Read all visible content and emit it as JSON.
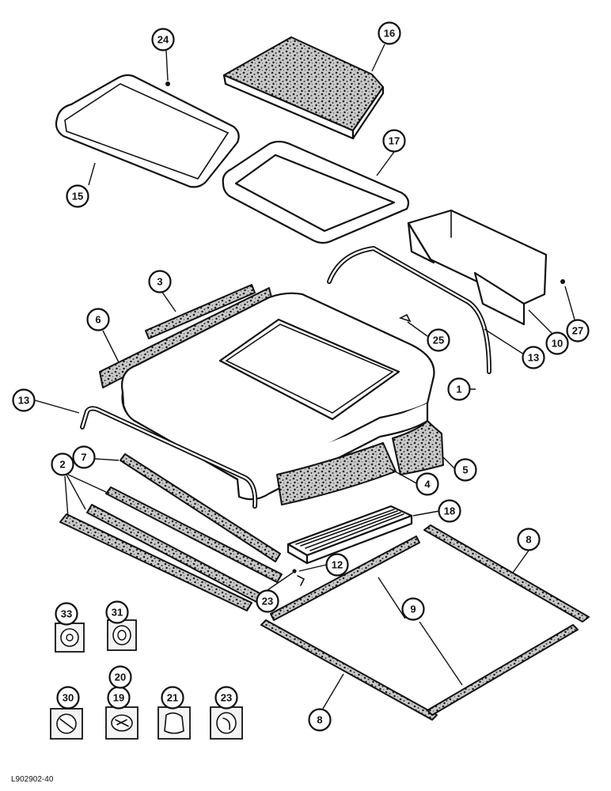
{
  "drawing_ref": "L902902-40",
  "callouts": [
    {
      "id": "c1",
      "label": "1"
    },
    {
      "id": "c2",
      "label": "2"
    },
    {
      "id": "c3",
      "label": "3"
    },
    {
      "id": "c4",
      "label": "4"
    },
    {
      "id": "c5",
      "label": "5"
    },
    {
      "id": "c6",
      "label": "6"
    },
    {
      "id": "c7",
      "label": "7"
    },
    {
      "id": "c8a",
      "label": "8"
    },
    {
      "id": "c8b",
      "label": "8"
    },
    {
      "id": "c9",
      "label": "9"
    },
    {
      "id": "c10",
      "label": "10"
    },
    {
      "id": "c12",
      "label": "12"
    },
    {
      "id": "c13a",
      "label": "13"
    },
    {
      "id": "c13b",
      "label": "13"
    },
    {
      "id": "c15",
      "label": "15"
    },
    {
      "id": "c16",
      "label": "16"
    },
    {
      "id": "c17",
      "label": "17"
    },
    {
      "id": "c18",
      "label": "18"
    },
    {
      "id": "c19",
      "label": "19"
    },
    {
      "id": "c20",
      "label": "20"
    },
    {
      "id": "c21",
      "label": "21"
    },
    {
      "id": "c23a",
      "label": "23"
    },
    {
      "id": "c23b",
      "label": "23"
    },
    {
      "id": "c24",
      "label": "24"
    },
    {
      "id": "c25",
      "label": "25"
    },
    {
      "id": "c27",
      "label": "27"
    },
    {
      "id": "c30",
      "label": "30"
    },
    {
      "id": "c31",
      "label": "31"
    },
    {
      "id": "c33",
      "label": "33"
    }
  ]
}
